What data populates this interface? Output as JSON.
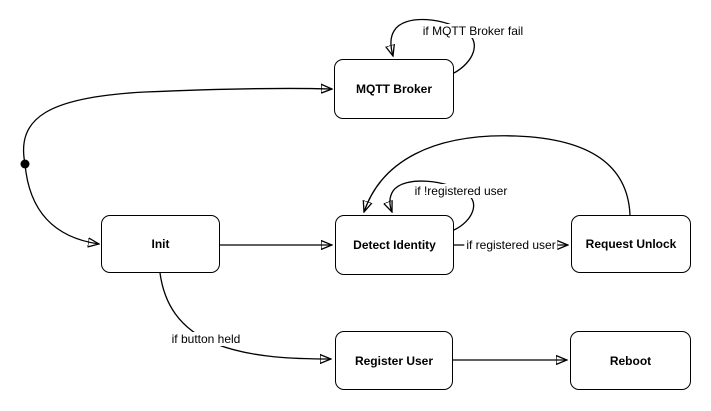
{
  "diagram": {
    "type": "state-machine-flowchart",
    "background_color": "#ffffff",
    "line_color": "#000000",
    "node_fill_color": "#ffffff",
    "text_color": "#000000",
    "initial_state_marker": "filled-black-dot",
    "nodes": [
      {
        "label": "MQTT Broker"
      },
      {
        "label": "Init"
      },
      {
        "label": "Detect Identity"
      },
      {
        "label": "Request Unlock"
      },
      {
        "label": "Register User"
      },
      {
        "label": "Reboot"
      }
    ],
    "edges": [
      {
        "from": "initial-state",
        "to": "MQTT Broker",
        "label": ""
      },
      {
        "from": "initial-state",
        "to": "Init",
        "label": ""
      },
      {
        "from": "Init",
        "to": "Detect Identity",
        "label": ""
      },
      {
        "from": "Detect Identity",
        "to": "Request Unlock",
        "label": "if registered user"
      },
      {
        "from": "Detect Identity",
        "to": "Detect Identity",
        "label": "if !registered user"
      },
      {
        "from": "Request Unlock",
        "to": "Detect Identity",
        "label": ""
      },
      {
        "from": "MQTT Broker",
        "to": "MQTT Broker",
        "label": "if MQTT Broker fail"
      },
      {
        "from": "Init",
        "to": "Register User",
        "label": "if button held"
      },
      {
        "from": "Register User",
        "to": "Reboot",
        "label": ""
      }
    ]
  }
}
